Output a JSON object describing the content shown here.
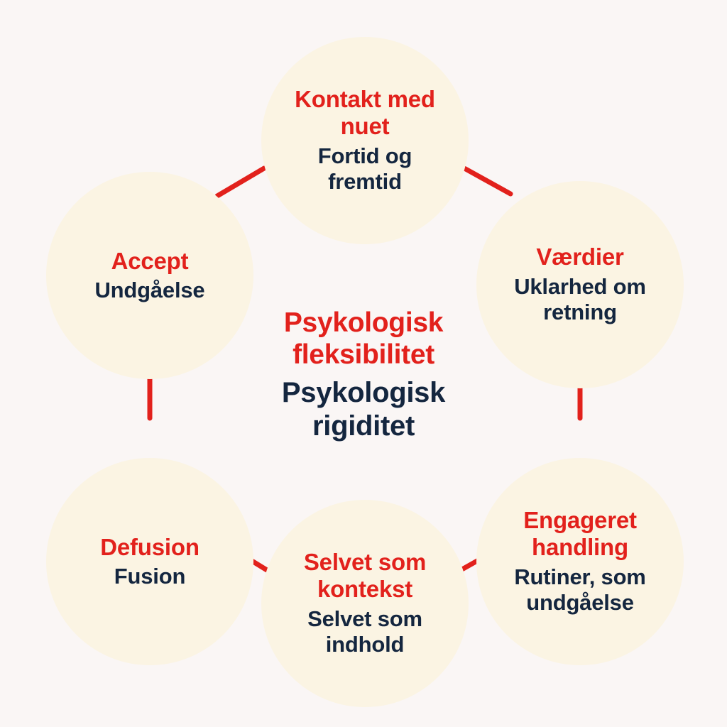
{
  "diagram": {
    "title_flexibility": "Psykologisk fleksibilitet",
    "title_rigidity": "Psykologisk rigiditet",
    "colors": {
      "background": "#faf6f5",
      "circle_fill": "#fbf4e3",
      "flexibility_red": "#e2211c",
      "rigidity_navy": "#14263f",
      "connector_red": "#e2211c"
    },
    "nodes": [
      {
        "id": "kontakt-med-nuet",
        "flexibility": "Kontakt med nuet",
        "rigidity": "Fortid og fremtid"
      },
      {
        "id": "vaerdier",
        "flexibility": "Værdier",
        "rigidity": "Uklarhed om retning"
      },
      {
        "id": "engageret-handling",
        "flexibility": "Engageret handling",
        "rigidity": "Rutiner, som undgåelse"
      },
      {
        "id": "selvet-som-kontekst",
        "flexibility": "Selvet som kontekst",
        "rigidity": "Selvet som indhold"
      },
      {
        "id": "defusion",
        "flexibility": "Defusion",
        "rigidity": "Fusion"
      },
      {
        "id": "accept",
        "flexibility": "Accept",
        "rigidity": "Undgåelse"
      }
    ],
    "connectors": [
      {
        "from": "accept",
        "to": "kontakt-med-nuet"
      },
      {
        "from": "kontakt-med-nuet",
        "to": "vaerdier"
      },
      {
        "from": "vaerdier",
        "to": "engageret-handling"
      },
      {
        "from": "engageret-handling",
        "to": "selvet-som-kontekst"
      },
      {
        "from": "selvet-som-kontekst",
        "to": "defusion"
      },
      {
        "from": "defusion",
        "to": "accept"
      }
    ]
  }
}
